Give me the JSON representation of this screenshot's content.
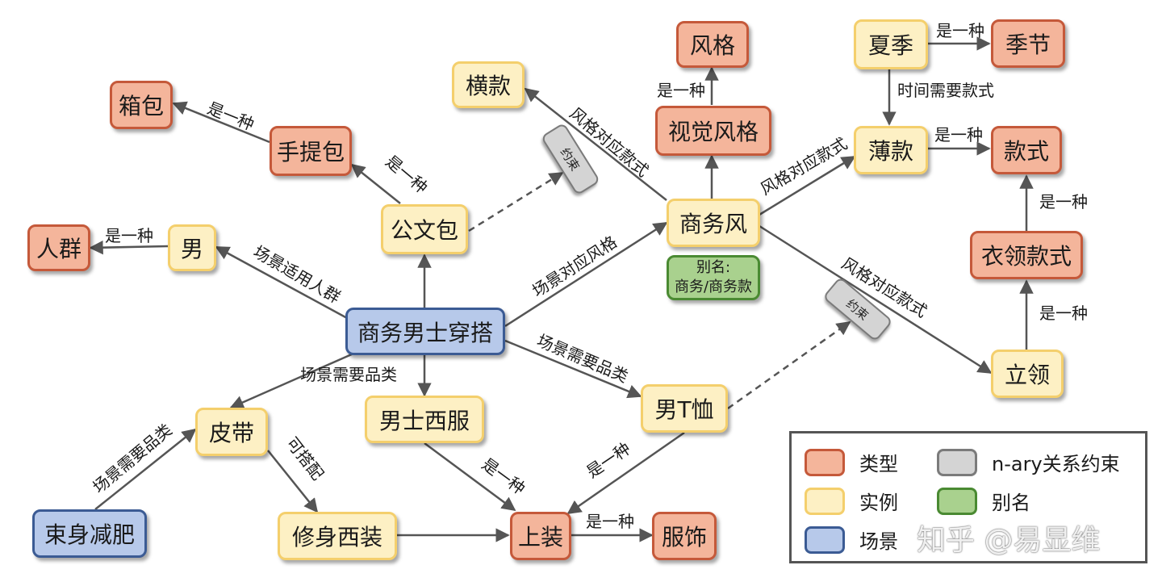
{
  "nodes": {
    "style": "风格",
    "visual_style": "视觉风格",
    "summer": "夏季",
    "season": "季节",
    "horizontal": "横款",
    "luggage": "箱包",
    "handbag": "手提包",
    "thin": "薄款",
    "design": "款式",
    "crowd": "人群",
    "male": "男",
    "briefcase": "公文包",
    "business_style": "商务风",
    "collar_style": "衣领款式",
    "business_outfit": "商务男士穿搭",
    "stand_collar": "立领",
    "belt": "皮带",
    "mens_suit": "男士西服",
    "mens_tshirt": "男T恤",
    "slimming": "束身减肥",
    "slim_suit": "修身西装",
    "top": "上装",
    "apparel": "服饰"
  },
  "alias": {
    "line1": "别名:",
    "line2": "商务/商务款"
  },
  "constraints": {
    "c1": "约束",
    "c2": "约束"
  },
  "edge_labels": {
    "summer_season": "是一种",
    "visual_style": "是一种",
    "summer_thin": "时间需要款式",
    "handbag_luggage": "是一种",
    "style_horizontal": "风格对应款式",
    "business_thin": "风格对应款式",
    "thin_design": "是一种",
    "briefcase_handbag": "是一种",
    "collar_design": "是一种",
    "male_crowd": "是一种",
    "scene_crowd": "场景适用人群",
    "scene_style": "场景对应风格",
    "business_stand": "风格对应款式",
    "stand_collar": "是一种",
    "scene_belt": "场景需要品类",
    "scene_tshirt": "场景需要品类",
    "slim_belt": "场景需要品类",
    "belt_match": "可搭配",
    "suit_top": "是一种",
    "tshirt_top": "是一种",
    "top_apparel": "是一种"
  },
  "legend": {
    "type": "类型",
    "instance": "实例",
    "scene": "场景",
    "nary": "n-ary关系约束",
    "alias": "别名"
  },
  "colors": {
    "type_fill": "#f4b59b",
    "type_border": "#c5593a",
    "instance_fill": "#fdf0c4",
    "instance_border": "#f4cf6c",
    "scene_fill": "#b7c9ea",
    "scene_border": "#3b5b94",
    "alias_fill": "#a9d18e",
    "alias_border": "#4a8a32",
    "constraint_fill": "#d4d4d4",
    "constraint_border": "#7b7b7b",
    "edge": "#555555"
  },
  "watermark": "知乎 @易显维"
}
